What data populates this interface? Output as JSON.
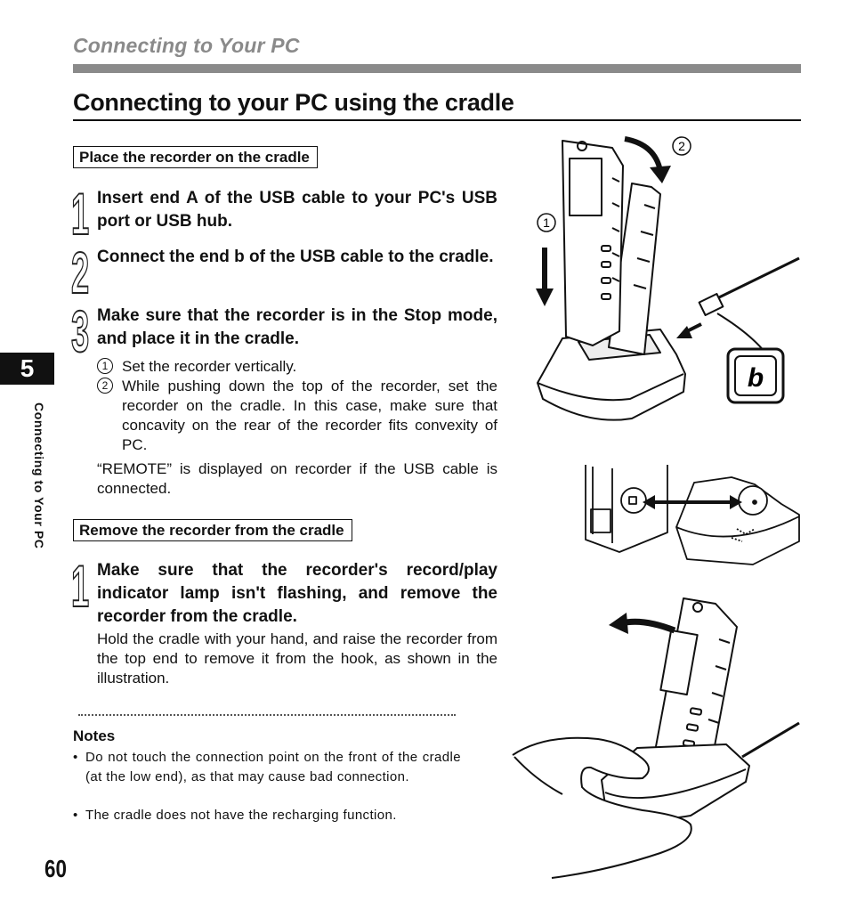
{
  "header": {
    "section": "Connecting to Your PC",
    "title": "Connecting to your PC using the cradle"
  },
  "place": {
    "label": "Place the recorder on the cradle",
    "steps": [
      {
        "num": "1",
        "text": "Insert end A of the USB cable to your PC's USB port or USB hub."
      },
      {
        "num": "2",
        "text": "Connect the end b of the USB cable to the cradle."
      },
      {
        "num": "3",
        "text": "Make sure that the recorder is in the Stop mode, and place it in the cradle."
      }
    ],
    "substeps": [
      {
        "mark": "1",
        "text": "Set the recorder vertically."
      },
      {
        "mark": "2",
        "text": "While pushing down the top of the recorder, set the recorder on the cradle. In this case, make sure that concavity on the rear of the recorder fits convexity of PC."
      }
    ],
    "remote_note": "“REMOTE” is displayed on recorder if the USB cable is connected."
  },
  "remove": {
    "label": "Remove the recorder from the cradle",
    "step": {
      "num": "1",
      "text": "Make sure that the recorder's record/play indicator lamp isn't flashing, and remove the recorder from the cradle."
    },
    "body": "Hold the cradle with your hand, and raise the recorder from the top end to remove it from the hook, as shown in the illustration."
  },
  "notes": {
    "heading": "Notes",
    "items": [
      "Do not touch the connection point on the front of the cradle (at the low end), as that may cause bad connection.",
      "The cradle does not have the recharging function."
    ]
  },
  "figure": {
    "marks": [
      "1",
      "2"
    ],
    "plug_letter": "b"
  },
  "sidebar": {
    "chapter": "5",
    "chapter_title": "Connecting to Your PC"
  },
  "page_number": "60",
  "colors": {
    "accent_gray": "#8a8a8a",
    "ink": "#111111"
  }
}
